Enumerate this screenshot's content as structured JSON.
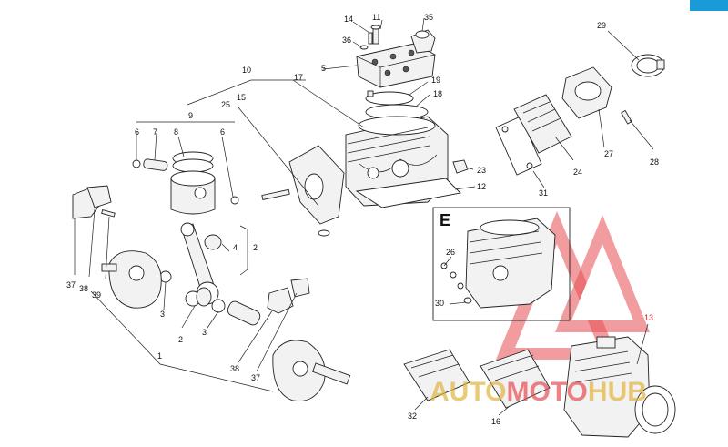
{
  "diagram": {
    "section_letter": "E",
    "part_labels": [
      "1",
      "2",
      "2",
      "3",
      "3",
      "4",
      "5",
      "6",
      "6",
      "7",
      "8",
      "9",
      "10",
      "11",
      "12",
      "13",
      "14",
      "15",
      "16",
      "17",
      "18",
      "19",
      "23",
      "24",
      "25",
      "26",
      "27",
      "28",
      "29",
      "30",
      "31",
      "32",
      "35",
      "36",
      "37",
      "37",
      "38",
      "38",
      "39"
    ],
    "watermark_text": {
      "part1": "AUTO",
      "part2": "MOTO",
      "part3": "HUB"
    },
    "colors": {
      "line": "#222222",
      "watermark_red": "#e54d52",
      "watermark_gold": "#e3b33c",
      "label_highlight": "#c8232c",
      "corner_tab": "#1a9ad6"
    }
  }
}
